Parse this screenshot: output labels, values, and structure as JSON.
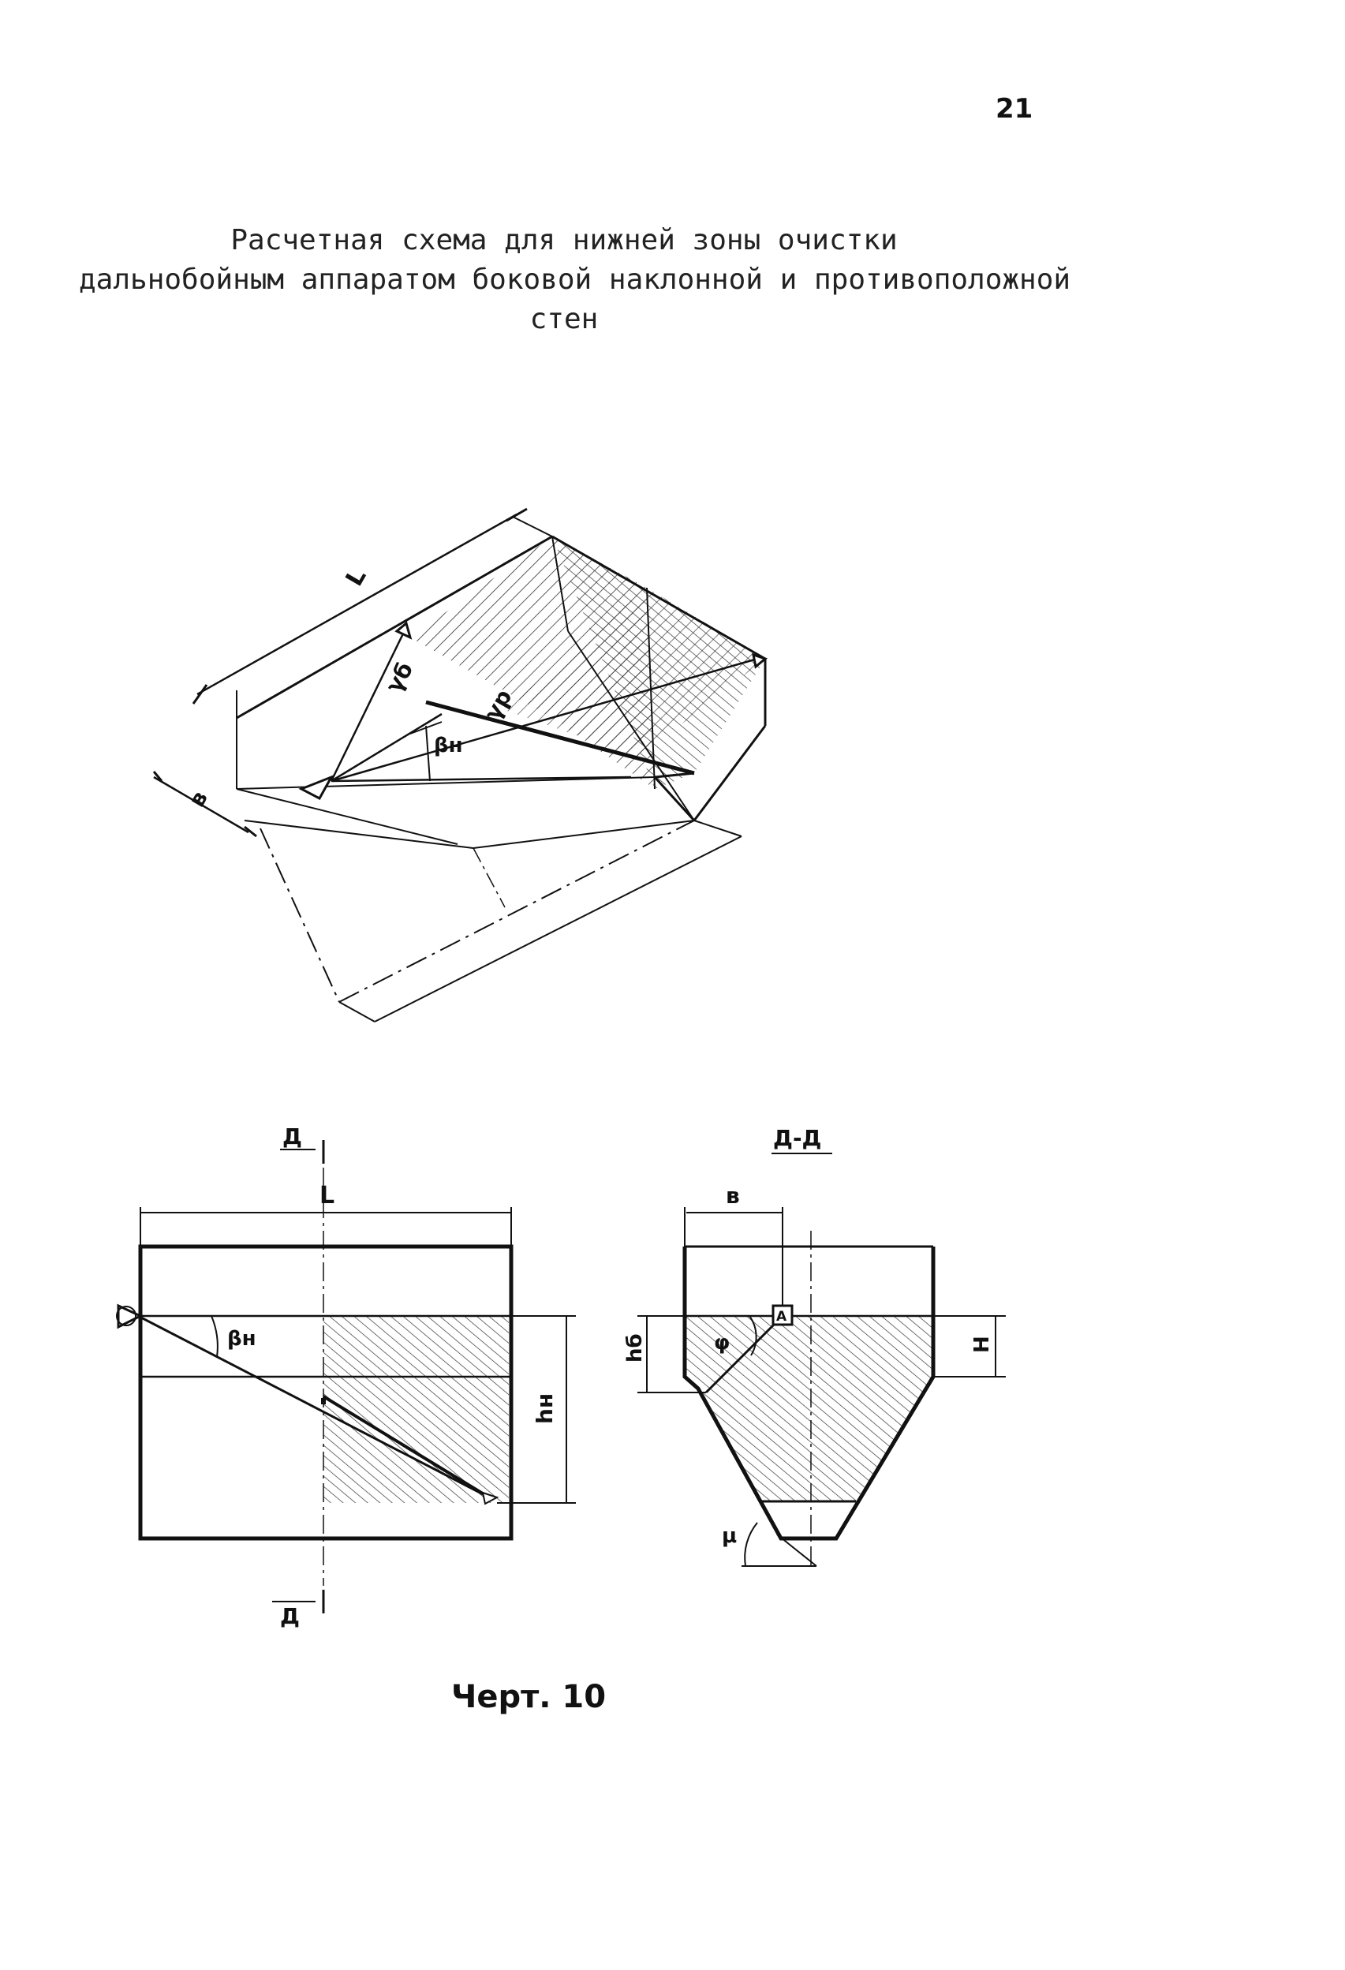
{
  "page_number": "21",
  "title": {
    "line1": "Расчетная схема для нижней зоны очистки",
    "line2": "дальнобойным аппаратом боковой наклонной и противоположной",
    "line3": "стен"
  },
  "iso_view": {
    "label_L": "L",
    "label_b": "в",
    "label_gamma_b": "γб",
    "label_gamma_p": "γр",
    "label_beta": "βн"
  },
  "plan_view": {
    "label_L": "L",
    "label_section_top": "Д",
    "label_section_bottom": "Д",
    "label_beta": "βн",
    "label_h": "hн"
  },
  "section_view": {
    "title": "Д-Д",
    "label_b": "в",
    "label_hb": "hб",
    "label_H": "H",
    "label_phi": "φ",
    "label_mu": "μ",
    "apparatus_label": "А"
  },
  "caption": "Черт. 10"
}
